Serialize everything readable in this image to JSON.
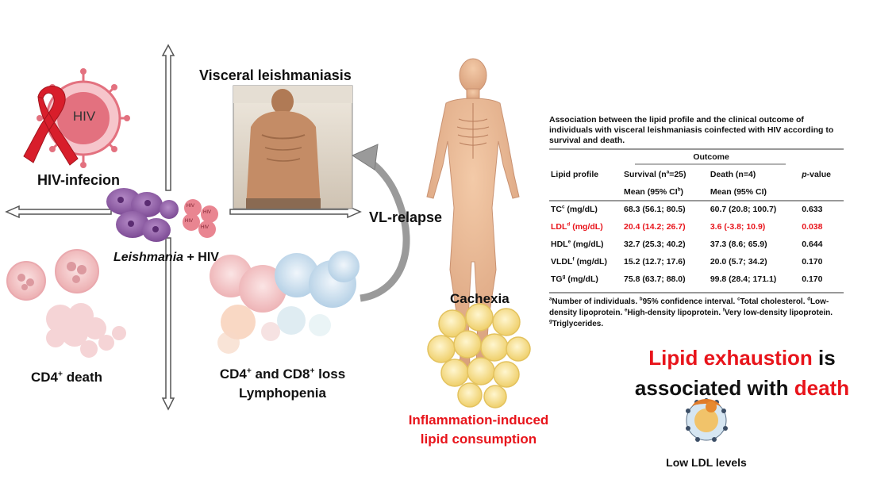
{
  "labels": {
    "visceral_leishmaniasis": "Visceral leishmaniasis",
    "hiv_infection": "HIV-infecion",
    "hiv_badge": "HIV",
    "coinfection_italic": "Leishmania",
    "coinfection_rest": " + HIV",
    "vl_relapse": "VL-relapse",
    "cd4_death_main": "CD4",
    "cd4_death_sup": "+",
    "cd4_death_tail": " death",
    "cd4_cd8_a": "CD4",
    "cd4_cd8_sup1": "+",
    "cd4_cd8_b": " and CD8",
    "cd4_cd8_sup2": "+",
    "cd4_cd8_c": " loss",
    "lymphopenia": "Lymphopenia",
    "cachexia": "Cachexia",
    "inflammation_line1": "Inflammation-induced",
    "inflammation_line2": "lipid consumption",
    "low_ldl": "Low LDL levels",
    "mini_hiv": [
      "HIV",
      "HIV",
      "HIV",
      "HIV"
    ]
  },
  "conclusion": {
    "line1_red": "Lipid exhaustion",
    "line1_black": " is",
    "line2_black": "associated with ",
    "line2_red": "death"
  },
  "table": {
    "caption": "Association between the lipid profile and the clinical outcome of individuals with visceral leishmaniasis coinfected with HIV according to survival and death.",
    "outcome_header": "Outcome",
    "col_lipid": "Lipid profile",
    "col_survival": "Survival (n",
    "col_survival_sup": "a",
    "col_survival_tail": "=25)",
    "col_death": "Death (n=4)",
    "col_p": "p",
    "col_p_tail": "-value",
    "sub_survival": "Mean (95% CI",
    "sub_survival_sup": "b",
    "sub_survival_tail": ")",
    "sub_death": "Mean (95% CI)",
    "rows": [
      {
        "name": "TC",
        "sup": "c",
        "unit": " (mg/dL)",
        "survival": "68.3 (56.1; 80.5)",
        "death": "60.7 (20.8; 100.7)",
        "p": "0.633"
      },
      {
        "name": "LDL",
        "sup": "d",
        "unit": " (mg/dL)",
        "survival": "20.4 (14.2; 26.7)",
        "death": "3.6 (-3.8; 10.9)",
        "p": "0.038"
      },
      {
        "name": "HDL",
        "sup": "e",
        "unit": " (mg/dL)",
        "survival": "32.7 (25.3; 40.2)",
        "death": "37.3 (8.6; 65.9)",
        "p": "0.644"
      },
      {
        "name": "VLDL",
        "sup": "f",
        "unit": " (mg/dL)",
        "survival": "15.2 (12.7; 17.6)",
        "death": "20.0 (5.7; 34.2)",
        "p": "0.170"
      },
      {
        "name": "TG",
        "sup": "g",
        "unit": " (mg/dL)",
        "survival": "75.8 (63.7; 88.0)",
        "death": "99.8 (28.4; 171.1)",
        "p": "0.170"
      }
    ],
    "footnote": [
      {
        "sup": "a",
        "text": "Number of individuals. "
      },
      {
        "sup": "b",
        "text": "95% confidence interval. "
      },
      {
        "sup": "c",
        "text": "Total cholesterol. "
      },
      {
        "sup": "d",
        "text": "Low-density lipoprotein. "
      },
      {
        "sup": "e",
        "text": "High-density lipoprotein. "
      },
      {
        "sup": "f",
        "text": "Very low-density lipoprotein. "
      },
      {
        "sup": "g",
        "text": "Triglycerides."
      }
    ]
  },
  "colors": {
    "accent_red": "#e8141b",
    "hiv_pink": "#e3717f",
    "leish_purple": "#9c6ab0",
    "skin": "#e8b896",
    "fat_yellow": "#f6dc85",
    "arrow_grey": "#9a9a9a"
  },
  "icons": [
    "hiv-virus-icon",
    "red-ribbon-icon",
    "parasite-cluster-icon",
    "human-body-icon",
    "fat-cells-icon",
    "lipoprotein-icon"
  ]
}
